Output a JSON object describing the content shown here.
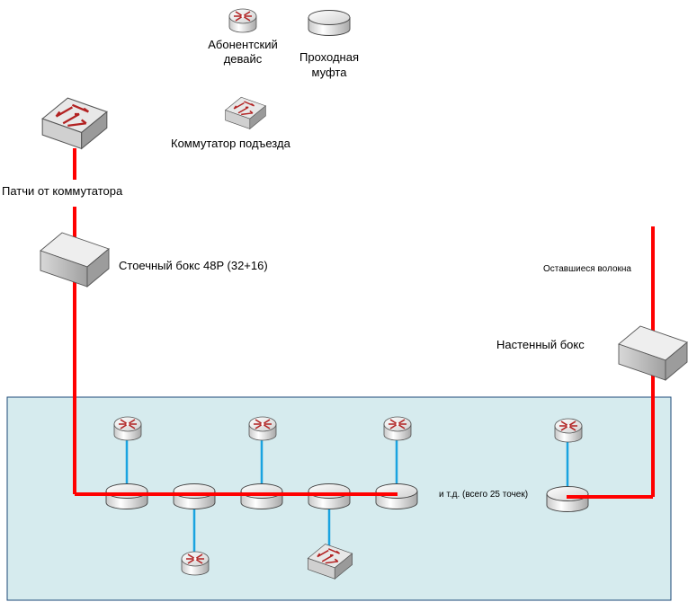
{
  "legend": {
    "subscriber_device": "Абонентский\nдевайс",
    "pass_through_coupling": "Проходная\nмуфта",
    "entrance_switch": "Коммутатор подъезда"
  },
  "labels": {
    "patches": "Патчи от коммутатора",
    "rack_box": "Стоечный бокс 48P (32+16)",
    "remaining_fibers": "Оставшиеся волокна",
    "wall_box": "Настенный бокс",
    "etc": "и т.д. (всего 25 точек)"
  },
  "colors": {
    "fiber_trunk": "#ff0000",
    "drop_line": "#1aa3e0",
    "area_fill": "#d6ebee",
    "area_border": "#1c4a78"
  },
  "icons": {
    "router": "router-icon",
    "coupling": "coupling-cylinder-icon",
    "switch": "switch-icon",
    "box": "box-icon"
  }
}
